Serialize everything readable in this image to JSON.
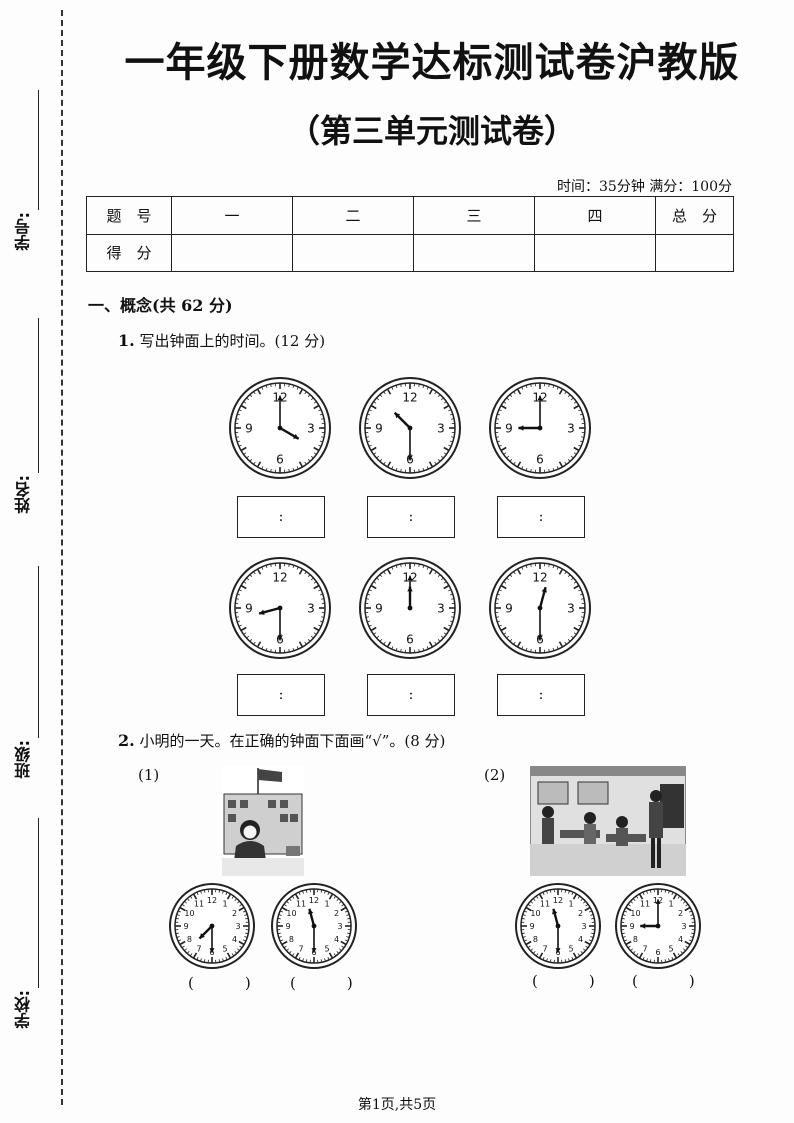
{
  "sidebar": {
    "student_id_label": "学号:",
    "name_label": "姓名:",
    "class_label": "班级:",
    "school_label": "学校:"
  },
  "header": {
    "title": "一年级下册数学达标测试卷沪教版",
    "subtitle": "（第三单元测试卷）",
    "time_info": "时间：35分钟  满分：100分"
  },
  "score_table": {
    "row1": [
      "题　号",
      "一",
      "二",
      "三",
      "四",
      "总　分"
    ],
    "row2_label": "得　分"
  },
  "section1": {
    "heading": "一、概念(共 62 分)"
  },
  "q1": {
    "number": "1.",
    "text": "写出钟面上的时间。(12 分)",
    "box_text": ":",
    "clocks": [
      {
        "hour": 4,
        "minute": 0
      },
      {
        "hour": 10,
        "minute": 30
      },
      {
        "hour": 9,
        "minute": 0
      },
      {
        "hour": 8,
        "minute": 30
      },
      {
        "hour": 12,
        "minute": 0
      },
      {
        "hour": 12,
        "minute": 30
      }
    ]
  },
  "q2": {
    "number": "2.",
    "text": "小明的一天。在正确的钟面下面画“√”。(8 分)",
    "part1_label": "(1)",
    "part2_label": "(2)",
    "paren": "(　)",
    "clocks": [
      {
        "hour": 7,
        "minute": 30
      },
      {
        "hour": 11,
        "minute": 30
      },
      {
        "hour": 11,
        "minute": 30
      },
      {
        "hour": 9,
        "minute": 0
      }
    ]
  },
  "footer": {
    "page_info": "第1页,共5页"
  },
  "colors": {
    "ink": "#111111",
    "background": "#fdfdfd"
  }
}
